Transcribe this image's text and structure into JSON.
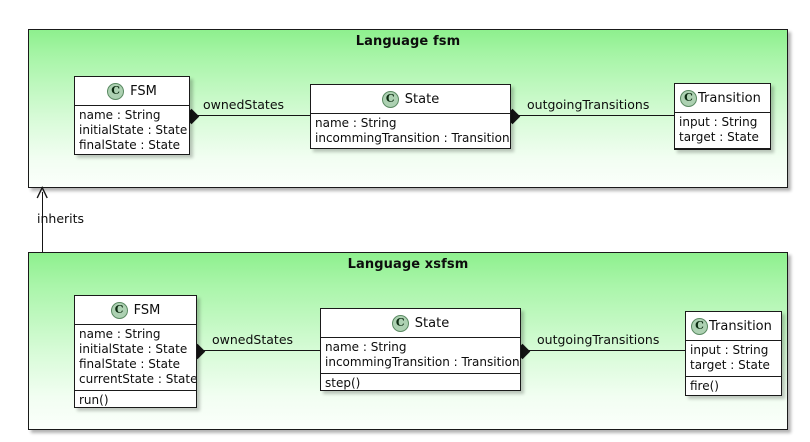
{
  "diagram": {
    "type": "uml-class-diagram",
    "background": "#ffffff",
    "accent_green": "#8ef08e",
    "icon_fill": "#ADD1B2",
    "line_color": "#151515"
  },
  "packages": [
    {
      "id": "pkg-fsm",
      "keyword": "Language",
      "title": "Language fsm",
      "classes": [
        {
          "id": "fsm-top",
          "icon": "class-circle-icon",
          "icon_letter": "C",
          "name": "FSM",
          "attributes": [
            "name : String",
            "initialState : State",
            "finalState : State"
          ],
          "operations": []
        },
        {
          "id": "state-top",
          "icon": "class-circle-icon",
          "icon_letter": "C",
          "name": "State",
          "attributes": [
            "name : String",
            "incommingTransition : Transition"
          ],
          "operations": []
        },
        {
          "id": "transition-top",
          "icon": "class-circle-icon",
          "icon_letter": "C",
          "name": "Transition",
          "attributes": [
            "input : String",
            "target : State"
          ],
          "operations": []
        }
      ],
      "associations": [
        {
          "label": "ownedStates",
          "from": "FSM",
          "to": "State",
          "kind": "composition"
        },
        {
          "label": "outgoingTransitions",
          "from": "State",
          "to": "Transition",
          "kind": "composition"
        }
      ]
    },
    {
      "id": "pkg-xsfsm",
      "keyword": "Language",
      "title": "Language xsfsm",
      "classes": [
        {
          "id": "fsm-bottom",
          "icon": "class-circle-icon",
          "icon_letter": "C",
          "name": "FSM",
          "attributes": [
            "name : String",
            "initialState : State",
            "finalState : State",
            "currentState : State"
          ],
          "operations": [
            "run()"
          ]
        },
        {
          "id": "state-bottom",
          "icon": "class-circle-icon",
          "icon_letter": "C",
          "name": "State",
          "attributes": [
            "name : String",
            "incommingTransition : Transition"
          ],
          "operations": [
            "step()"
          ]
        },
        {
          "id": "transition-bottom",
          "icon": "class-circle-icon",
          "icon_letter": "C",
          "name": "Transition",
          "attributes": [
            "input : String",
            "target : State"
          ],
          "operations": [
            "fire()"
          ]
        }
      ],
      "associations": [
        {
          "label": "ownedStates",
          "from": "FSM",
          "to": "State",
          "kind": "composition"
        },
        {
          "label": "outgoingTransitions",
          "from": "State",
          "to": "Transition",
          "kind": "composition"
        }
      ]
    }
  ],
  "relations": [
    {
      "id": "inherits-relation",
      "label": "inherits",
      "from": "Language xsfsm",
      "to": "Language fsm",
      "arrow": "open-arrow-up"
    }
  ]
}
